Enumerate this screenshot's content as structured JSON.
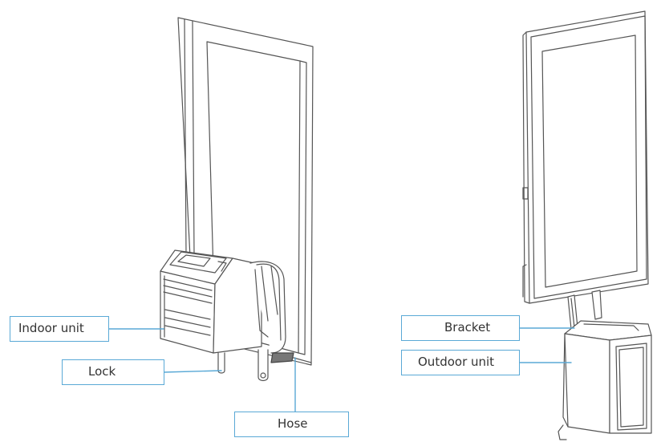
{
  "labels": {
    "indoor_unit": "Indoor unit",
    "lock": "Lock",
    "hose": "Hose",
    "bracket": "Bracket",
    "outdoor_unit": "Outdoor unit"
  },
  "colors": {
    "leader_line": "#5aa9d6",
    "label_border": "#5aa9d6",
    "drawing_stroke": "#555555"
  }
}
